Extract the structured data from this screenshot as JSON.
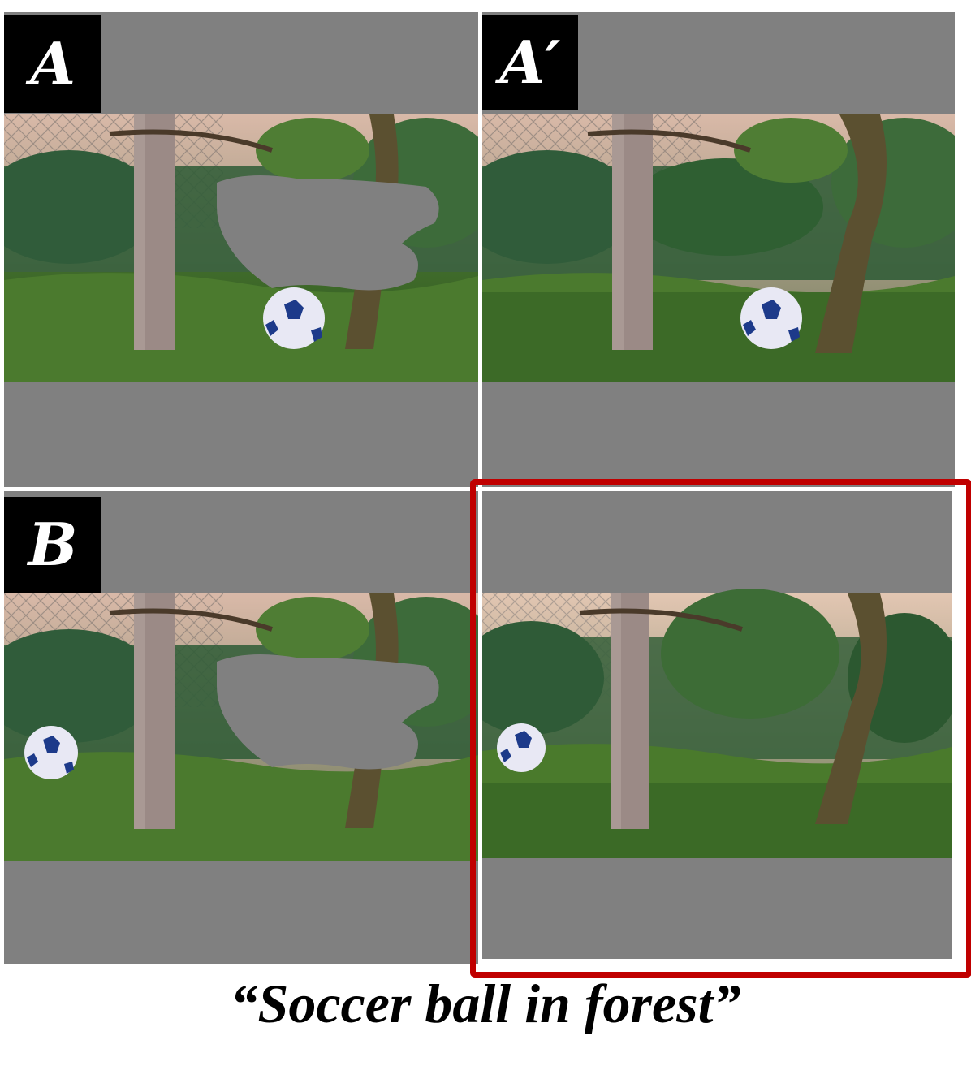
{
  "panels": [
    {
      "label": "A",
      "masked": true,
      "ball": "center"
    },
    {
      "label": "A′",
      "masked": false,
      "ball": "center"
    },
    {
      "label": "B",
      "masked": true,
      "ball": "left"
    },
    {
      "label": "",
      "masked": false,
      "ball": "left",
      "highlighted": true
    }
  ],
  "caption": "“Soccer ball in forest”",
  "colors": {
    "pad_gray": "#808080",
    "mask_gray": "#808080",
    "highlight": "#c00000",
    "label_bg": "#000000",
    "label_text": "#ffffff"
  }
}
